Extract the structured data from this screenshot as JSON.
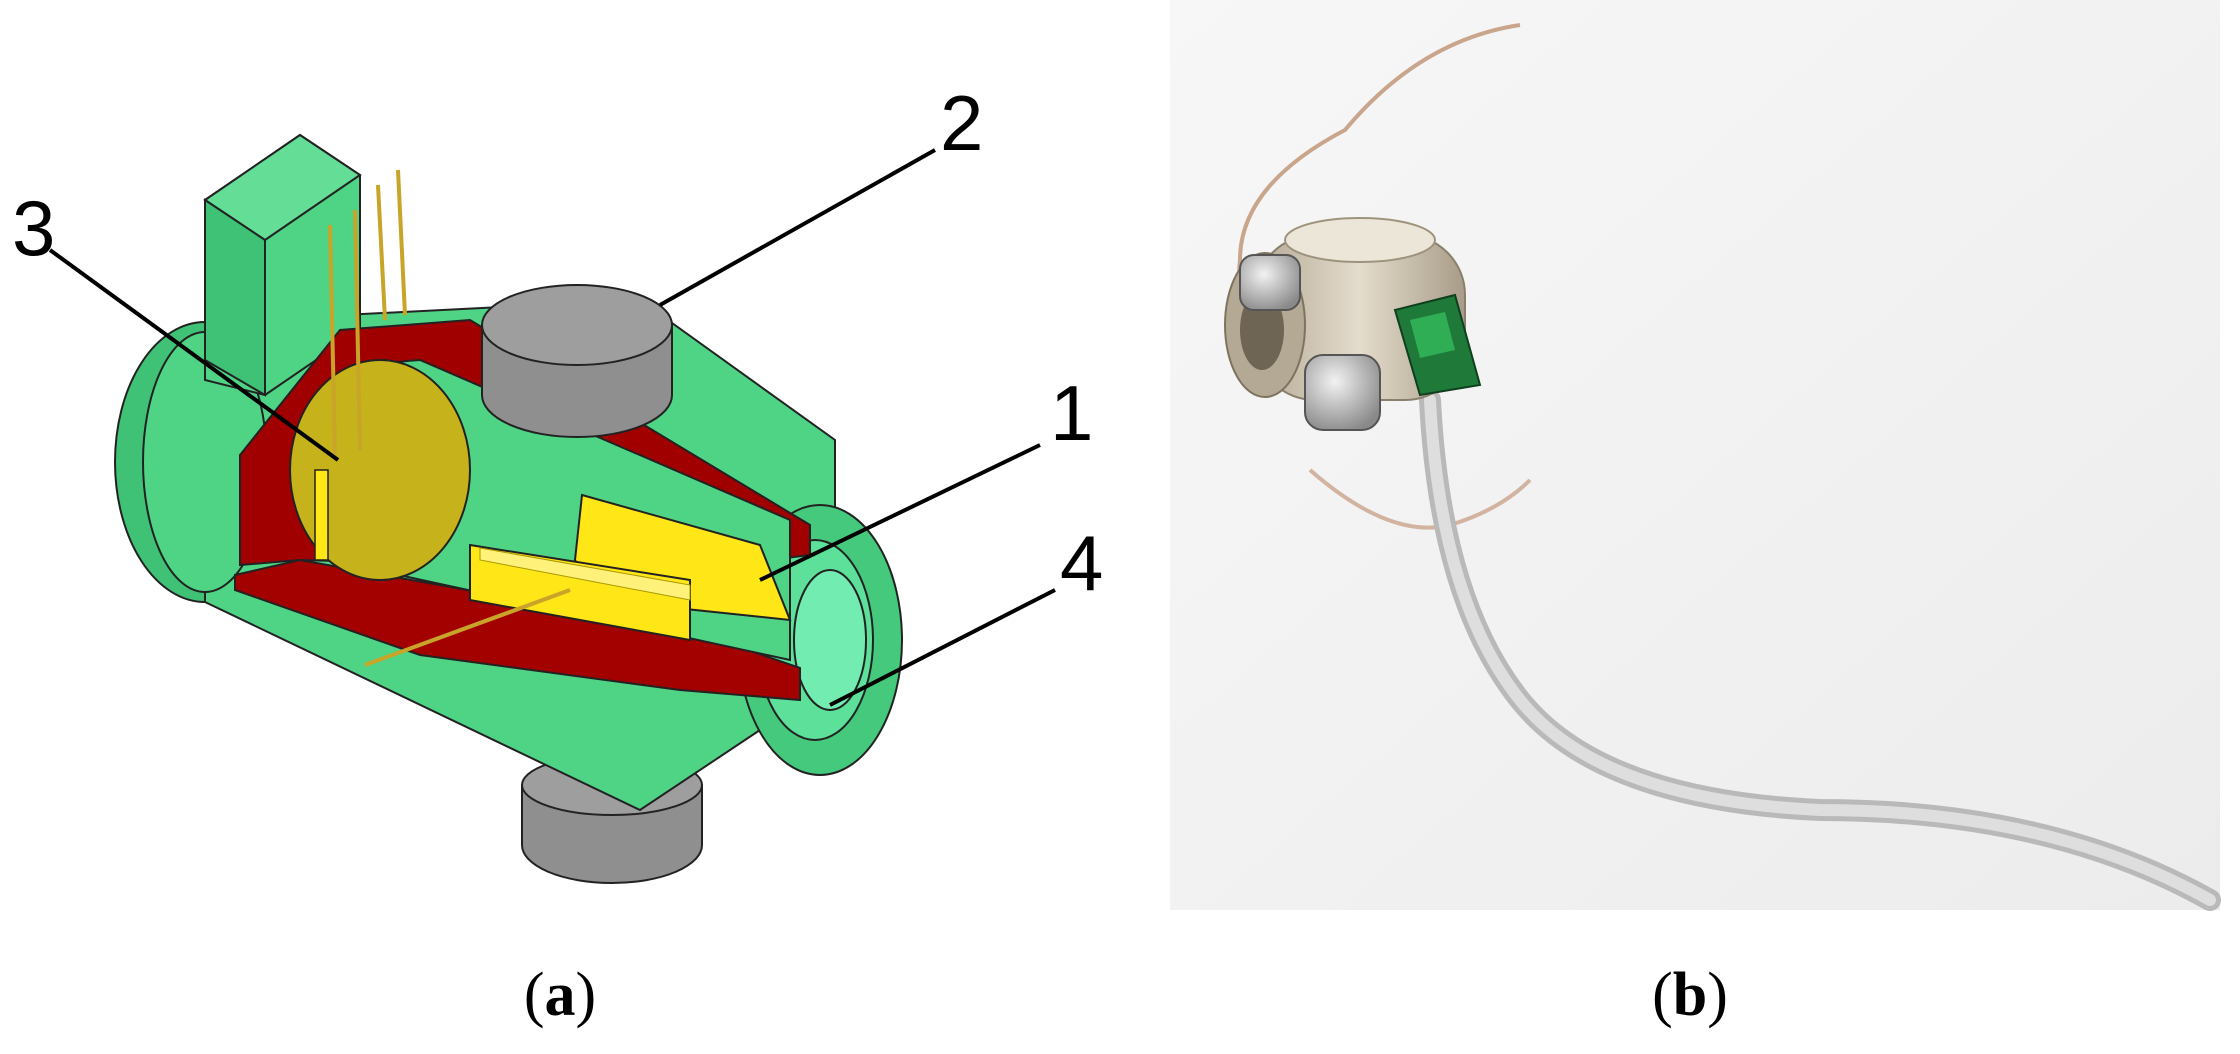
{
  "figure": {
    "panel_a": {
      "caption_letter": "a",
      "callouts": [
        {
          "id": "1",
          "label": "1"
        },
        {
          "id": "2",
          "label": "2"
        },
        {
          "id": "3",
          "label": "3"
        },
        {
          "id": "4",
          "label": "4"
        }
      ]
    },
    "panel_b": {
      "caption_letter": "b"
    }
  },
  "colors": {
    "housing_green": "#4fd486",
    "housing_green_dark": "#38b56c",
    "cut_red": "#a00000",
    "crystal_yellow": "#ffe617",
    "crystal_olive": "#c6b21a",
    "magnet_gray": "#9c9c9c",
    "photo_bg": "#f3f3f3"
  }
}
